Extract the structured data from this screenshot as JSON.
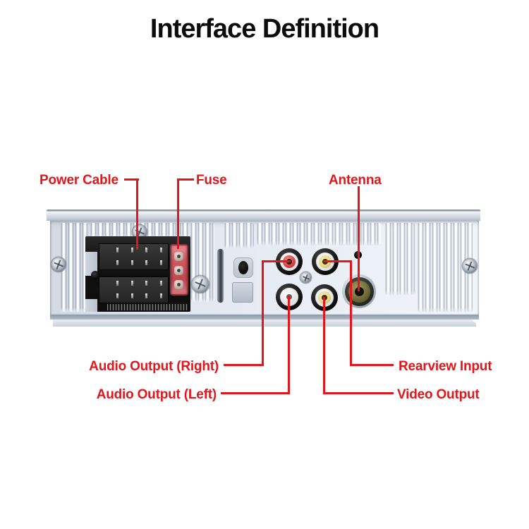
{
  "title": "Interface Definition",
  "callouts": [
    {
      "id": "power-cable",
      "label": "Power Cable",
      "target": "iso-power-connector"
    },
    {
      "id": "fuse",
      "label": "Fuse",
      "target": "fuse-holder"
    },
    {
      "id": "antenna",
      "label": "Antenna",
      "target": "antenna-jack"
    },
    {
      "id": "audio-output-right",
      "label": "Audio Output (Right)",
      "target": "rca-jack-red"
    },
    {
      "id": "audio-output-left",
      "label": "Audio Output (Left)",
      "target": "rca-jack-white"
    },
    {
      "id": "rearview-input",
      "label": "Rearview Input",
      "target": "rca-jack-yellow-top"
    },
    {
      "id": "video-output",
      "label": "Video Output",
      "target": "rca-jack-yellow-bottom"
    }
  ],
  "colors": {
    "accent_red": "#e3161b",
    "jack_red": "#d94545",
    "jack_yellow": "#e7d883",
    "jack_white": "#ececec",
    "fuse_red": "#cf5a60",
    "antenna_olive": "#76713d",
    "panel_face": "#e3e9f2",
    "connector_black": "#141414"
  }
}
